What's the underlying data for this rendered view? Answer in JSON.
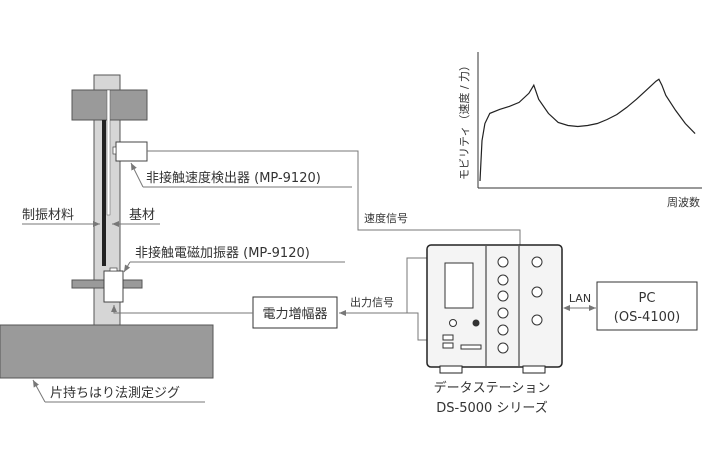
{
  "jig": {
    "sensor_label": "非接触速度検出器 (MP-9120)",
    "damping_label": "制振材料",
    "base_label": "基材",
    "exciter_label": "非接触電磁加振器 (MP-9120)",
    "fixture_label": "片持ちはり法測定ジグ"
  },
  "signals": {
    "velocity": "速度信号",
    "output": "出力信号",
    "lan": "LAN"
  },
  "amplifier": {
    "label": "電力増幅器"
  },
  "pc": {
    "line1": "PC",
    "line2": "(OS-4100)"
  },
  "data_station": {
    "line1": "データステーション",
    "line2": "DS-5000 シリーズ"
  },
  "chart_data": {
    "type": "line",
    "title": "",
    "xlabel": "周波数",
    "ylabel": "モビリティ（速度 / 力）",
    "grid": false,
    "x": [
      0,
      2,
      5,
      10,
      20,
      30,
      40,
      50,
      55,
      60,
      70,
      80,
      90,
      100,
      110,
      120,
      130,
      140,
      150,
      160,
      170,
      180,
      183,
      186,
      190,
      200,
      210,
      220
    ],
    "y": [
      5,
      45,
      62,
      72,
      76,
      79,
      83,
      92,
      100,
      86,
      72,
      63,
      60,
      59,
      60,
      62,
      66,
      71,
      78,
      86,
      95,
      104,
      106,
      100,
      90,
      75,
      62,
      52
    ],
    "xlim": [
      0,
      225
    ],
    "ylim": [
      0,
      130
    ]
  }
}
